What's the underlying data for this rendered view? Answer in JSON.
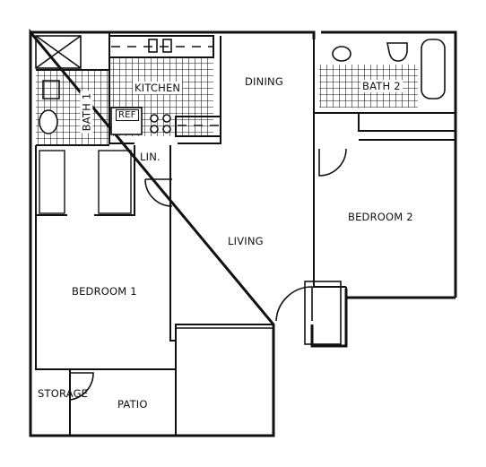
{
  "floorplan": {
    "rooms": {
      "kitchen": "KITCHEN",
      "dining": "DINING",
      "bath1": "BATH 1",
      "bath2": "BATH 2",
      "ref": "REF",
      "linen": "LIN.",
      "living": "LIVING",
      "bedroom1": "BEDROOM 1",
      "bedroom2": "BEDROOM 2",
      "storage": "STORAGE",
      "patio": "PATIO"
    }
  }
}
